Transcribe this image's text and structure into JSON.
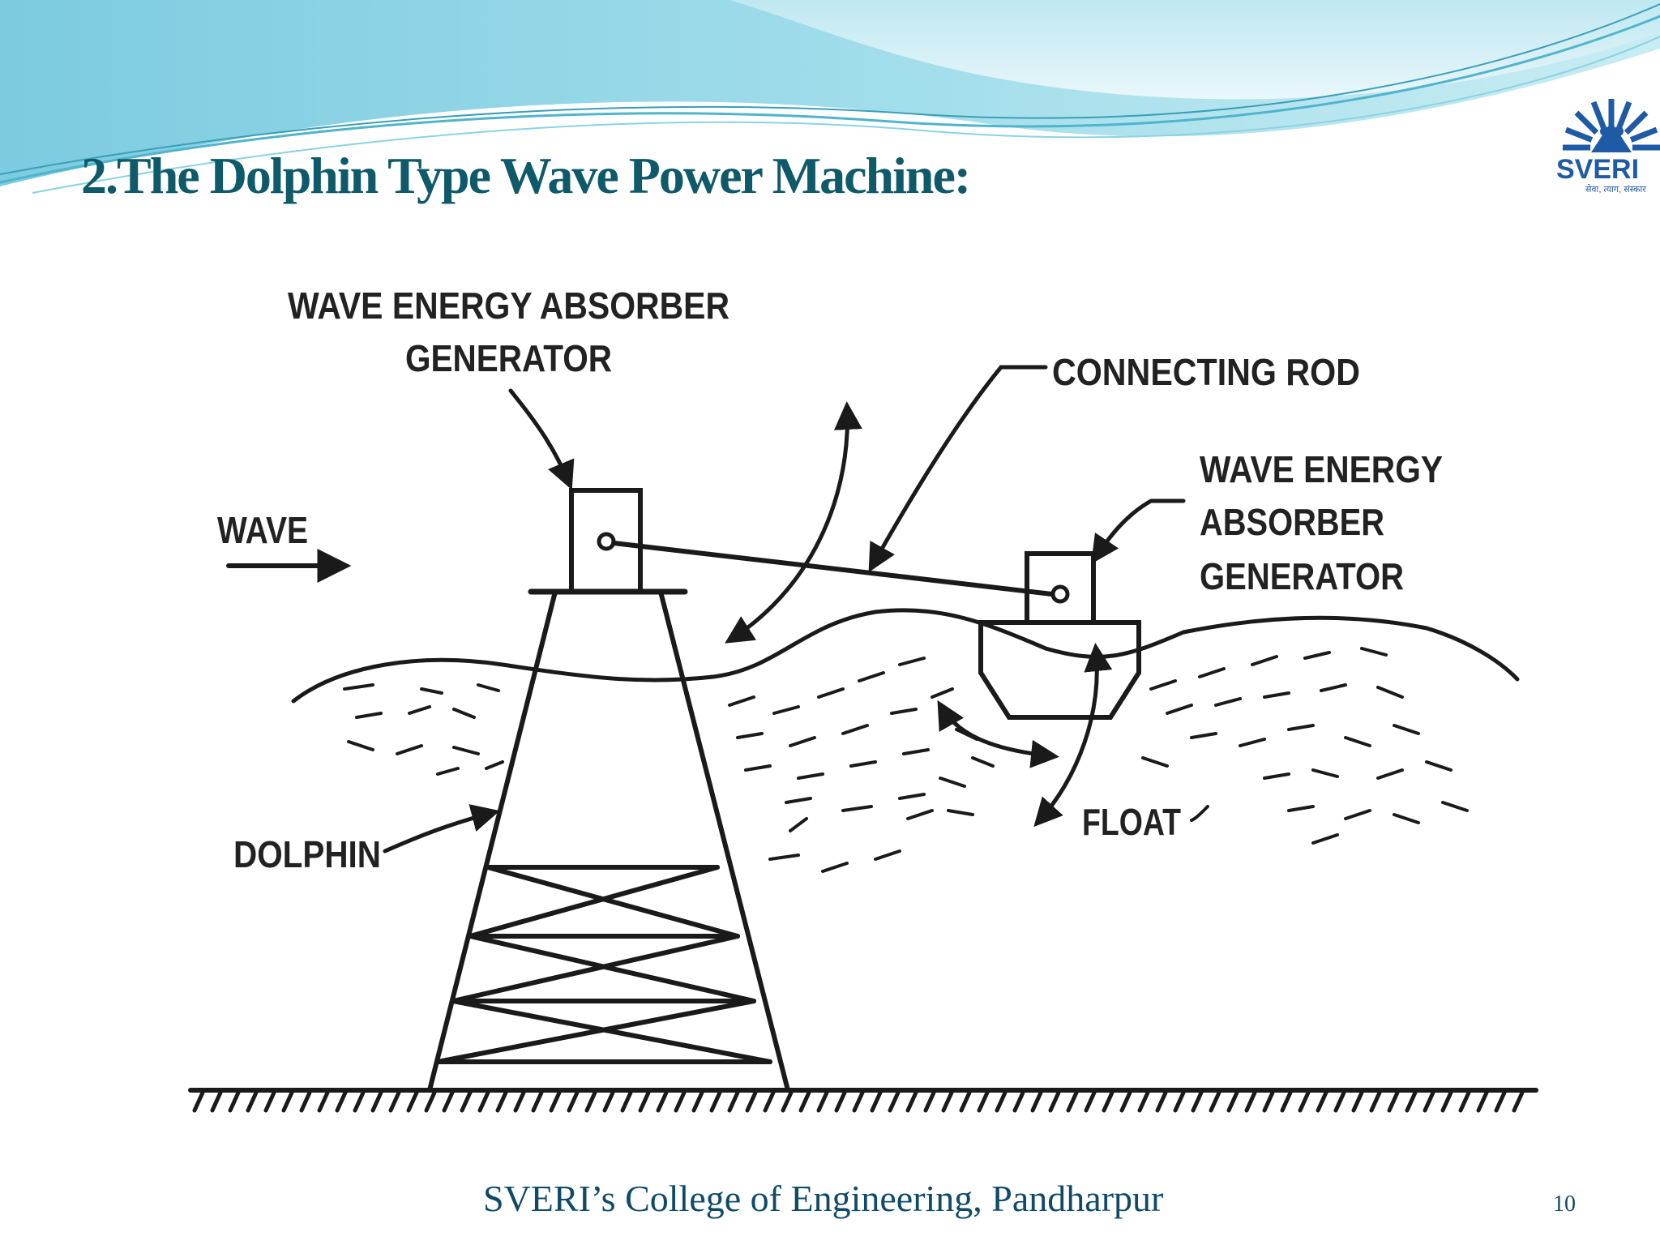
{
  "slide": {
    "title": "2.The Dolphin Type Wave Power Machine:",
    "footer": "SVERI’s College of Engineering, Pandharpur",
    "page_number": "10"
  },
  "logo": {
    "text": "SVERI",
    "tagline": "सेवा, त्याग, संस्कार",
    "color": "#1f5aa6"
  },
  "diagram": {
    "labels": {
      "absorber_left_line1": "WAVE ENERGY ABSORBER",
      "absorber_left_line2": "GENERATOR",
      "connecting_rod": "CONNECTING ROD",
      "absorber_right_line1": "WAVE ENERGY",
      "absorber_right_line2": "ABSORBER",
      "absorber_right_line3": "GENERATOR",
      "wave": "WAVE",
      "dolphin": "DOLPHIN",
      "float": "FLOAT"
    }
  },
  "colors": {
    "title": "#0f5a6a",
    "footer": "#0f4a68",
    "banner_light": "#c8ecf3",
    "banner_dark": "#5bbfd6",
    "ink": "#1a1a1a"
  }
}
